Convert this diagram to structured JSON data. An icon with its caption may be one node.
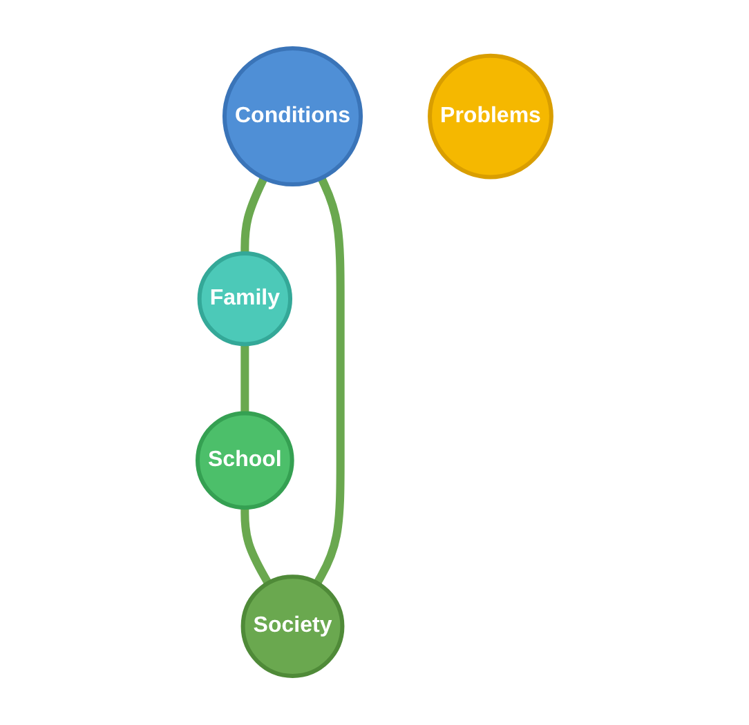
{
  "diagram": {
    "nodes": [
      {
        "text": [
          "Conditions"
        ]
      },
      {
        "text": [
          "Society"
        ]
      },
      {
        "text": [
          "Problems"
        ]
      },
      {
        "text": [
          "Family"
        ]
      },
      {
        "text": [
          "School"
        ]
      }
    ],
    "edges": [
      {
        "from": 0,
        "to": 3,
        "arrow": "none"
      },
      {
        "from": 3,
        "to": 4,
        "arrow": "none"
      },
      {
        "from": 4,
        "to": 1,
        "arrow": "none"
      },
      {
        "from": 1,
        "to": 0,
        "arrow": "none"
      }
    ]
  }
}
